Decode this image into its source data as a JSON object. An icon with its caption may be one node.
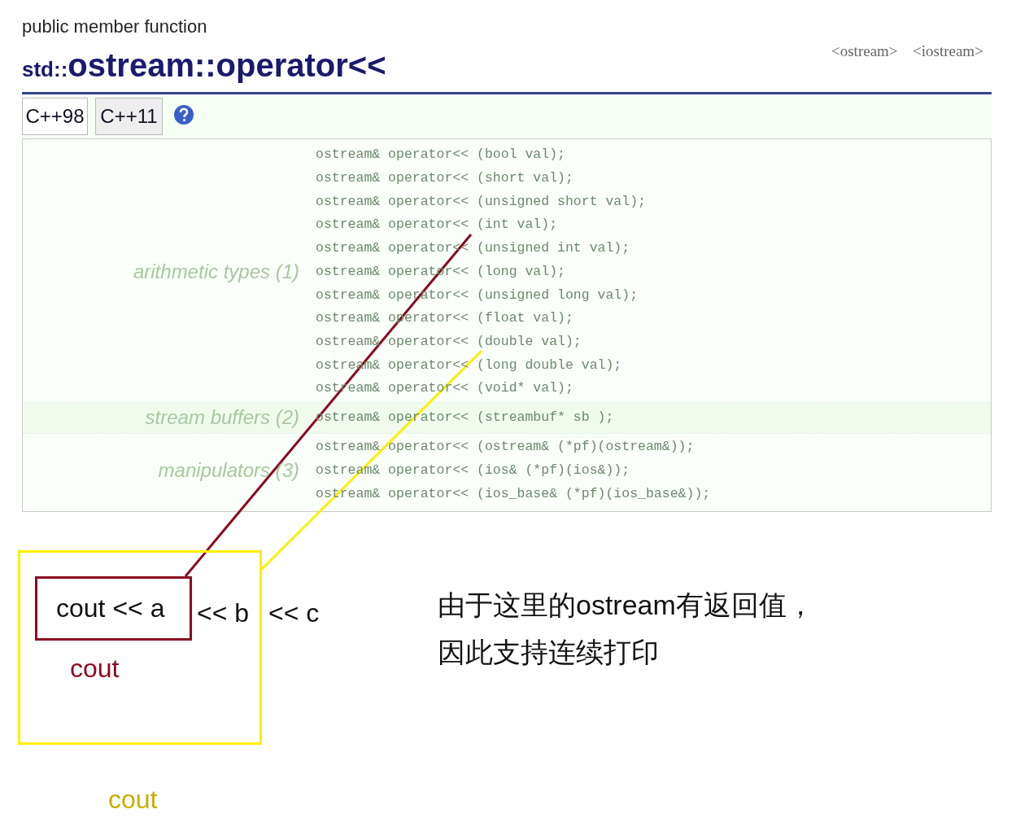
{
  "diagram": {
    "title": "std::**ostream::operator<<**",
    "nodes": [
      {
        "text": [
          "ostream& operator<< (bool val);"
        ]
      },
      {
        "text": [
          "ostream& operator<< (short val);"
        ]
      },
      {
        "text": [
          "ostream& operator<< (unsigned short val);"
        ]
      },
      {
        "text": [
          "ostream& operator<< (int val);"
        ]
      },
      {
        "text": [
          "ostream& operator<< (unsigned int val);"
        ]
      },
      {
        "text": [
          "ostream& operator<< (long val);"
        ]
      },
      {
        "text": [
          "ostream& operator<< (unsigned long val);"
        ]
      },
      {
        "text": [
          "ostream& operator<< (float val);"
        ]
      },
      {
        "text": [
          "ostream& operator<< (double val);"
        ]
      },
      {
        "text": [
          "ostream& operator<< (long double val);"
        ]
      },
      {
        "text": [
          "ostream& operator<< (void* val);"
        ]
      },
      {
        "text": [
          "ostream& operator<< (streambuf* sb );"
        ]
      },
      {
        "text": [
          "ostream& operator<< (ostream& (*pf)(ostream&));"
        ]
      },
      {
        "text": [
          "ostream& operator<< (ios& (*pf)(ios&));"
        ]
      },
      {
        "text": [
          "ostream& operator<< (ios_base& (*pf)(ios_base&));"
        ]
      },
      {
        "text": [
          "<< b"
        ],
        "beside": [
          "cout"
        ]
      },
      {
        "text": [
          "cout << a"
        ],
        "in": 15,
        "beside": [
          "cout"
        ]
      }
    ],
    "edges": [
      {
        "from": 16,
        "to": 3,
        "arrow": "none",
        "color": "#8b0a1e"
      },
      {
        "from": 15,
        "to": 8,
        "arrow": "none",
        "color": "#ffee00"
      }
    ],
    "labels": [
      "public member function",
      "<ostream>",
      "<iostream>",
      "C++98",
      "C++11",
      "arithmetic types (1)",
      "stream buffers (2)",
      "manipulators (3)",
      "<< c",
      "由于这里的ostream有返回值，因此支持连续打印"
    ]
  }
}
